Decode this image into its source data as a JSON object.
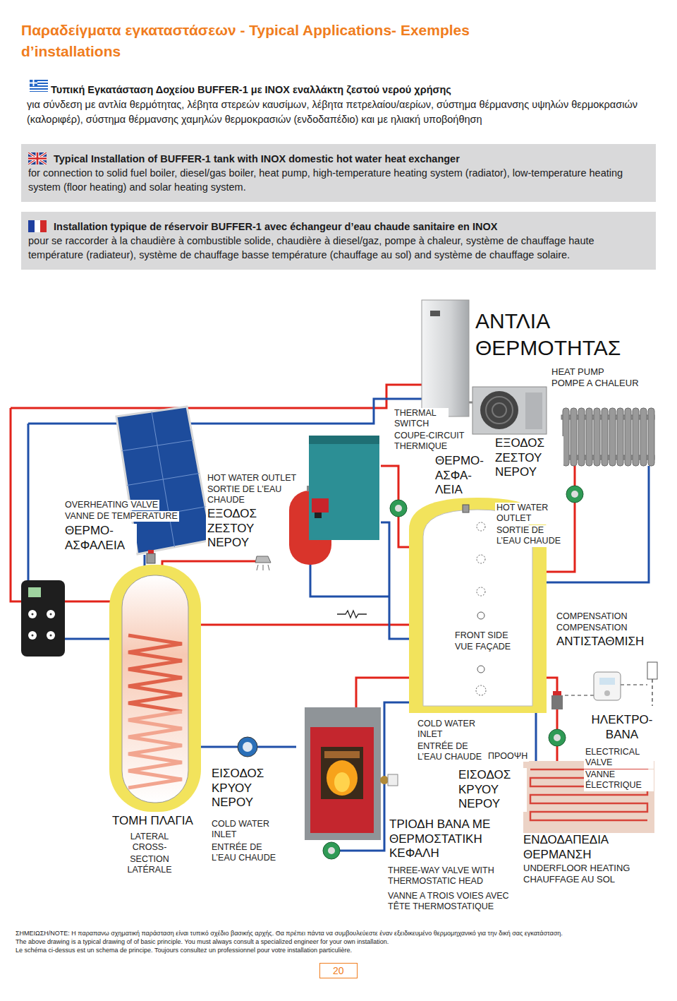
{
  "diagram": {
    "title": "Παραδείγματα εγκαταστάσεων - Typical Applications- Exemples d’installations",
    "nodes": [
      {
        "text": [
          "Typical Installation of BUFFER-1 tank with INOX domestic hot water heat exchanger",
          "for connection to solid fuel boiler, diesel/gas boiler, heat pump, high-temperature heating system (radiator), low-temperature heating system (floor heating) and solar heating system."
        ]
      },
      {
        "text": [
          "Installation typique de réservoir BUFFER-1 avec échangeur d’eau chaude sanitaire en INOX",
          "pour se raccorder à la chaudière à combustible solide, chaudière à diesel/gaz, pompe à chaleur, système de chauffage haute température (radiateur), système de chauffage basse température (chauffage au sol) and système de chauffage solaire."
        ]
      },
      {
        "text": [
          "20"
        ]
      }
    ],
    "labels": [
      "Τυπική Εγκατάσταση Δοχείου BUFFER-1 με INOX εναλλάκτη ζεστού νερού χρήσης",
      "για σύνδεση με αντλία θερμότητας, λέβητα στερεών καυσίμων, λέβητα πετρελαίου/αερίων, σύστημα θέρμανσης υψηλών θερμοκρασιών (καλοριφέρ), σύστημα θέρμανσης χαμηλών θερμοκρασιών (ενδοδαπέδιο) και με ηλιακή υποβοήθηση",
      "ΑΝΤΛΙΑ ΘΕΡΜΟΤΗΤΑΣ",
      "HEAT PUMP",
      "POMPE A CHALEUR",
      "THERMAL SWITCH",
      "COUPE-CIRCUIT THERMIQUE",
      "ΘΕΡΜΟ- ΑΣΦΑ- ΛΕΙΑ",
      "ΕΞΟΔΟΣ ΖΕΣΤΟΥ ΝΕΡΟΥ",
      "OVERHEATING VALVE",
      "VANNE DE TEMPERATURE",
      "HOT WATER OUTLET",
      "SORTIE DE L’EAU CHAUDE",
      "HOT WATER OUTLET",
      "SORTIE DE L’EAU CHAUDE",
      "ΘΕΡΜΟ- ΑΣΦΑΛΕΙΑ",
      "ΕΞΟΔΟΣ ΖΕΣΤΟΥ ΝΕΡΟΥ",
      "FRONT SIDE",
      "VUE FAÇADE",
      "COMPENSATION",
      "COMPENSATION",
      "ΑΝΤΙΣΤΑΘΜΙΣΗ",
      "ΗΛΕΚΤΡΟ- ΒΑΝΑ",
      "COLD WATER INLET",
      "ELECTRICAL VALVE",
      "ENTRÉE DE L’EAU CHAUDE",
      "ΠΡΟΟΨΗ",
      "VANNE ÉLECTRIQUE",
      "ΕΙΣΟΔΟΣ ΚΡΥΟΥ ΝΕΡΟΥ",
      "ΕΙΣΟΔΟΣ ΚΡΥΟΥ ΝΕΡΟΥ",
      "ΤΟΜΗ ΠΛΑΓΙΑ",
      "COLD WATER INLET",
      "ΤΡΙΟΔΗ ΒΑΝΑ ΜΕ ΘΕΡΜΟΣΤΑΤΙΚΗ ΚΕΦΑΛΗ",
      "ΕΝΔΟΔΑΠΕΔΙΑ ΘΕΡΜΑΝΣΗ",
      "LATERAL CROSS- SECTION",
      "ENTRÉE DE L’EAU CHAUDE",
      "UNDERFLOOR HEATING",
      "CHAUFFAGE AU SOL",
      "SECTION LATÉRALE",
      "THREE-WAY VALVE WITH THERMOSTATIC HEAD",
      "VANNE A TROIS VOIES AVEC TÊTE THERMOSTATIQUE",
      "ΣΗΜΕΙΩΣΗ/NOTE: Η παραπανω σχηματική παράσταση είναι τυπικό σχέδιο βασικής αρχής. Θα πρέπει πάντα να συμβουλεύεστε έναν εξειδικευμένο θερμομηχανικό για την δική σας εγκατάσταση.",
      "The above drawing is a typical drawing of of basic principle. You must always consult a specialized engineer for your own installation.",
      "Le schéma ci-dessus est un schema de principe. Toujours consultez un professionnel pour votre installation particulière."
    ]
  }
}
